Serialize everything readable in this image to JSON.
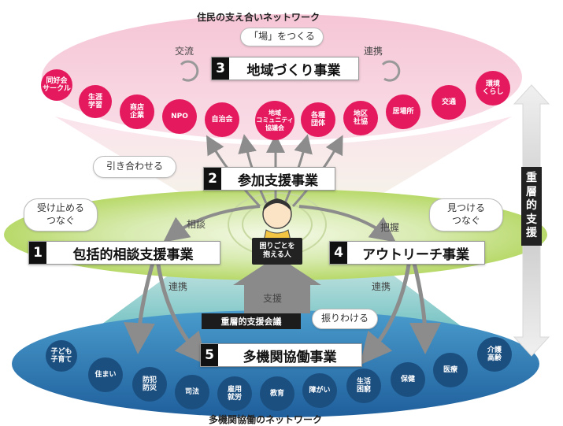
{
  "top_network_title": "住民の支え合いネットワーク",
  "bottom_network_title": "多機関協働のネットワーク",
  "ba_bubble": "「場」をつくる",
  "labels": {
    "koryu": "交流",
    "renkei_top": "連携",
    "sodan": "相談",
    "haaku": "把握",
    "renkei_left": "連携",
    "renkei_right": "連携",
    "shien": "支援"
  },
  "bubbles": {
    "hikiawase": "引き合わせる",
    "uketome": "受け止める\nつなぐ",
    "mitsukeru": "見つける\nつなぐ",
    "furiwake": "振りわける"
  },
  "projects": [
    {
      "num": "3",
      "title": "地域づくり事業"
    },
    {
      "num": "2",
      "title": "参加支援事業"
    },
    {
      "num": "1",
      "title": "包括的相談支援事業"
    },
    {
      "num": "4",
      "title": "アウトリーチ事業"
    },
    {
      "num": "5",
      "title": "多機関協働事業"
    }
  ],
  "center_box": "困りごとを\n抱える人",
  "meeting_label": "重層的支援会議",
  "vertical_label": "重層的支援",
  "community_circles": [
    "同好会\nサークル",
    "生涯\n学習",
    "商店\n企業",
    "NPO",
    "自治会",
    "地域\nコミュニティ\n協議会",
    "各種\n団体",
    "地区\n社協",
    "居場所",
    "交通",
    "環境\nくらし"
  ],
  "agency_circles": [
    "子ども\n子育て",
    "住まい",
    "防犯\n防災",
    "司法",
    "雇用\n就労",
    "教育",
    "障がい",
    "生活\n困窮",
    "保健",
    "医療",
    "介護\n高齢"
  ],
  "colors": {
    "community": "#e5195e",
    "agency": "#1b4f80",
    "green_ring": "#b8d96a"
  }
}
